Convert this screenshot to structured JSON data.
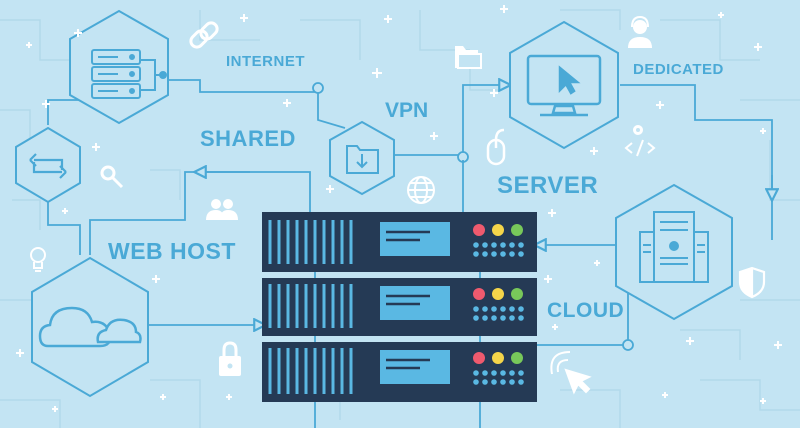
{
  "labels": {
    "internet": "INTERNET",
    "vpn": "VPN",
    "shared": "SHARED",
    "dedicated": "DEDICATED",
    "server": "SERVER",
    "web_host": "WEB HOST",
    "cloud": "CLOUD"
  },
  "colors": {
    "background": "#c3e4f3",
    "line": "#4aa9d6",
    "server_body": "#253a55",
    "screen": "#5ab8e3",
    "led_red": "#ef5a6e",
    "led_yellow": "#f5d54a",
    "led_green": "#78c85a"
  },
  "icons": [
    "server-rack-icon",
    "sync-arrows-icon",
    "chain-link-icon",
    "folder-icon",
    "download-folder-icon",
    "monitor-cursor-icon",
    "support-agent-icon",
    "mouse-icon",
    "code-icon",
    "gear-icon",
    "search-icon",
    "users-icon",
    "globe-icon",
    "lightbulb-icon",
    "cloud-icon",
    "lock-icon",
    "server-tower-icon",
    "shield-icon",
    "click-pointer-icon"
  ]
}
